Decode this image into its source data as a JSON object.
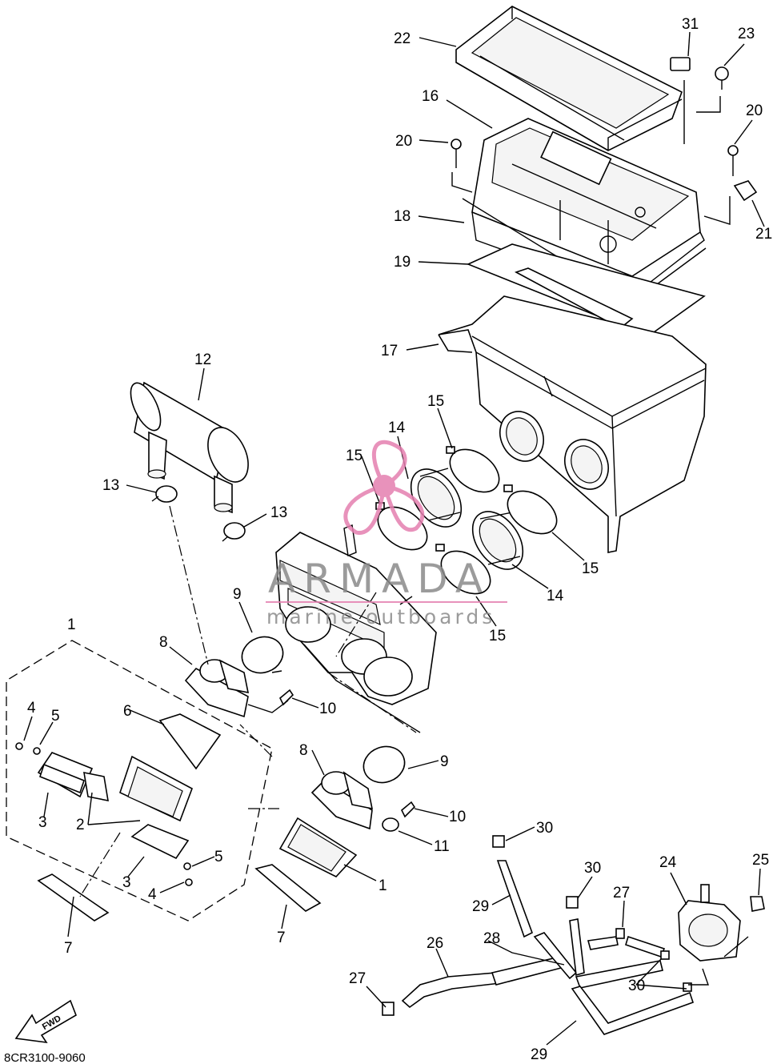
{
  "labels": {
    "l1a": "1",
    "l1b": "1",
    "l2": "2",
    "l3a": "3",
    "l3b": "3",
    "l4a": "4",
    "l4b": "4",
    "l5a": "5",
    "l5b": "5",
    "l6": "6",
    "l7a": "7",
    "l7b": "7",
    "l8a": "8",
    "l8b": "8",
    "l9a": "9",
    "l9b": "9",
    "l10a": "10",
    "l10b": "10",
    "l11": "11",
    "l12": "12",
    "l13a": "13",
    "l13b": "13",
    "l14a": "14",
    "l14b": "14",
    "l15a": "15",
    "l15b": "15",
    "l15c": "15",
    "l15d": "15",
    "l16": "16",
    "l17": "17",
    "l18": "18",
    "l19": "19",
    "l20a": "20",
    "l20b": "20",
    "l21": "21",
    "l22": "22",
    "l23": "23",
    "l24": "24",
    "l25": "25",
    "l26": "26",
    "l27a": "27",
    "l27b": "27",
    "l28": "28",
    "l29a": "29",
    "l29b": "29",
    "l30a": "30",
    "l30b": "30",
    "l30c": "30",
    "l31": "31"
  },
  "watermark": {
    "brand": "ARMADA",
    "tagline": "marine outboards"
  },
  "fwd_label": "FWD",
  "diagram_code": "8CR3100-9060",
  "colors": {
    "logo": "#e57fb0",
    "watermark": "#8a8a8a"
  }
}
